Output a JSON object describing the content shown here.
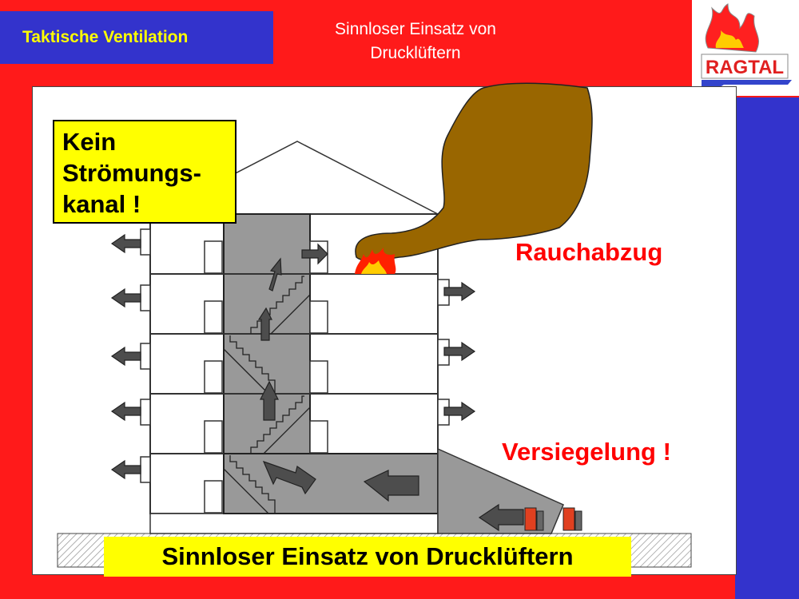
{
  "header": {
    "section_title": "Taktische Ventilation",
    "slide_title": "Sinnloser Einsatz von Drucklüftern",
    "logo_text": "RAGTAL"
  },
  "diagram": {
    "callout": "Kein\nStrömungs-\nkanal !",
    "smoke_label": "Rauchabzug",
    "seal_label": "Versiegelung !",
    "caption": "Sinnloser Einsatz von Drucklüftern"
  },
  "colors": {
    "background": "#ff1a1a",
    "blue": "#3333cc",
    "yellow": "#ffff00",
    "smoke": "#996600",
    "gray": "#999999",
    "arrow": "#4d4d4d"
  }
}
